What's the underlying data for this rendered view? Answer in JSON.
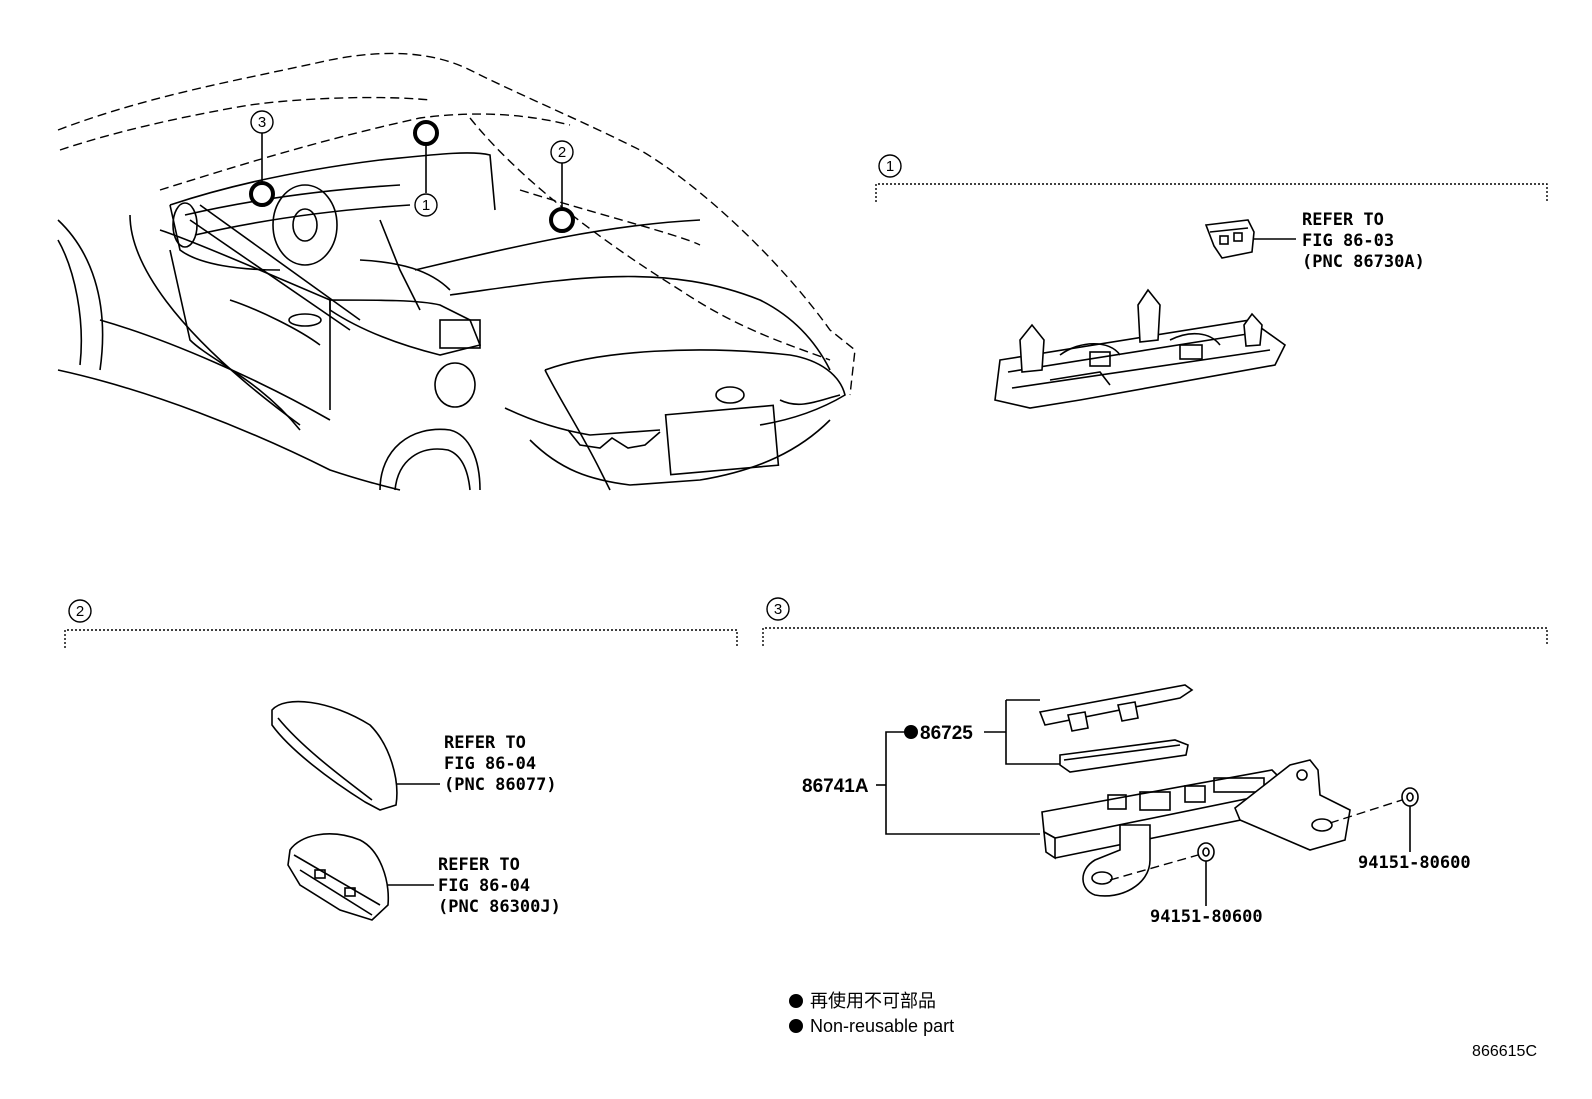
{
  "markers": {
    "m1": "1",
    "m2": "2",
    "m3": "3"
  },
  "section1": {
    "marker": "1",
    "refer": [
      "REFER TO",
      "FIG 86-03",
      "(PNC 86730A)"
    ]
  },
  "section2": {
    "marker": "2",
    "refer_a": [
      "REFER TO",
      "FIG 86-04",
      "(PNC 86077)"
    ],
    "refer_b": [
      "REFER TO",
      "FIG 86-04",
      "(PNC 86300J)"
    ]
  },
  "section3": {
    "marker": "3",
    "part_main": "86741A",
    "part_sub": "86725",
    "clip_a": "94151-80600",
    "clip_b": "94151-80600"
  },
  "legend": {
    "jp": "再使用不可部品",
    "en": "Non-reusable part"
  },
  "figure_code": "866615C"
}
